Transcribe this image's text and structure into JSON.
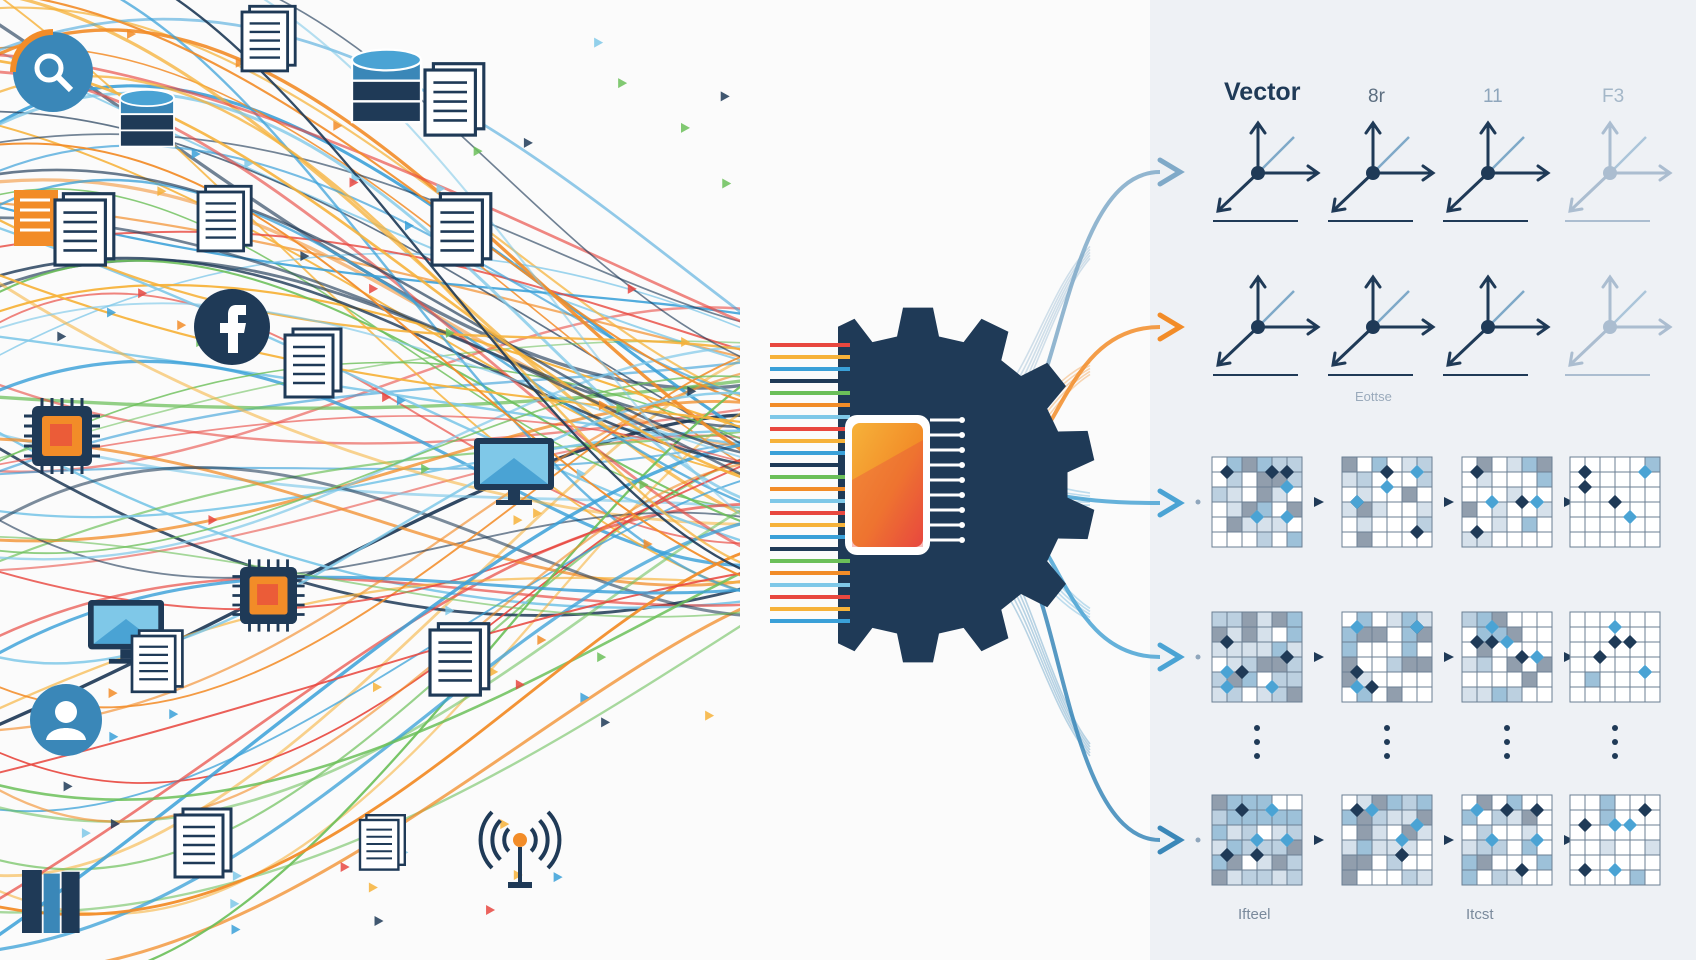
{
  "vector_panel": {
    "title": "Vector",
    "column_headers": [
      "8r",
      "11",
      "F3"
    ],
    "row2_caption": "Eottse",
    "footer_labels": [
      "Ifteel",
      "Itcst"
    ]
  },
  "colors": {
    "navy": "#1f3a57",
    "accent_orange": "#f28c28",
    "accent_blue": "#4aa3d4",
    "panel_bg": "#eef1f5",
    "stream": [
      "#e8473f",
      "#f6b23a",
      "#3aa0d8",
      "#1f3a57",
      "#6bbf59",
      "#f28c28",
      "#7fc8e8"
    ]
  },
  "icons": {
    "left_sources": [
      "search-icon",
      "database-icon",
      "document-stack-icon",
      "server-icon",
      "facebook-icon",
      "chip-icon",
      "monitor-icon",
      "user-icon",
      "book-icon",
      "antenna-icon"
    ],
    "processor": "gear-chip-icon"
  }
}
